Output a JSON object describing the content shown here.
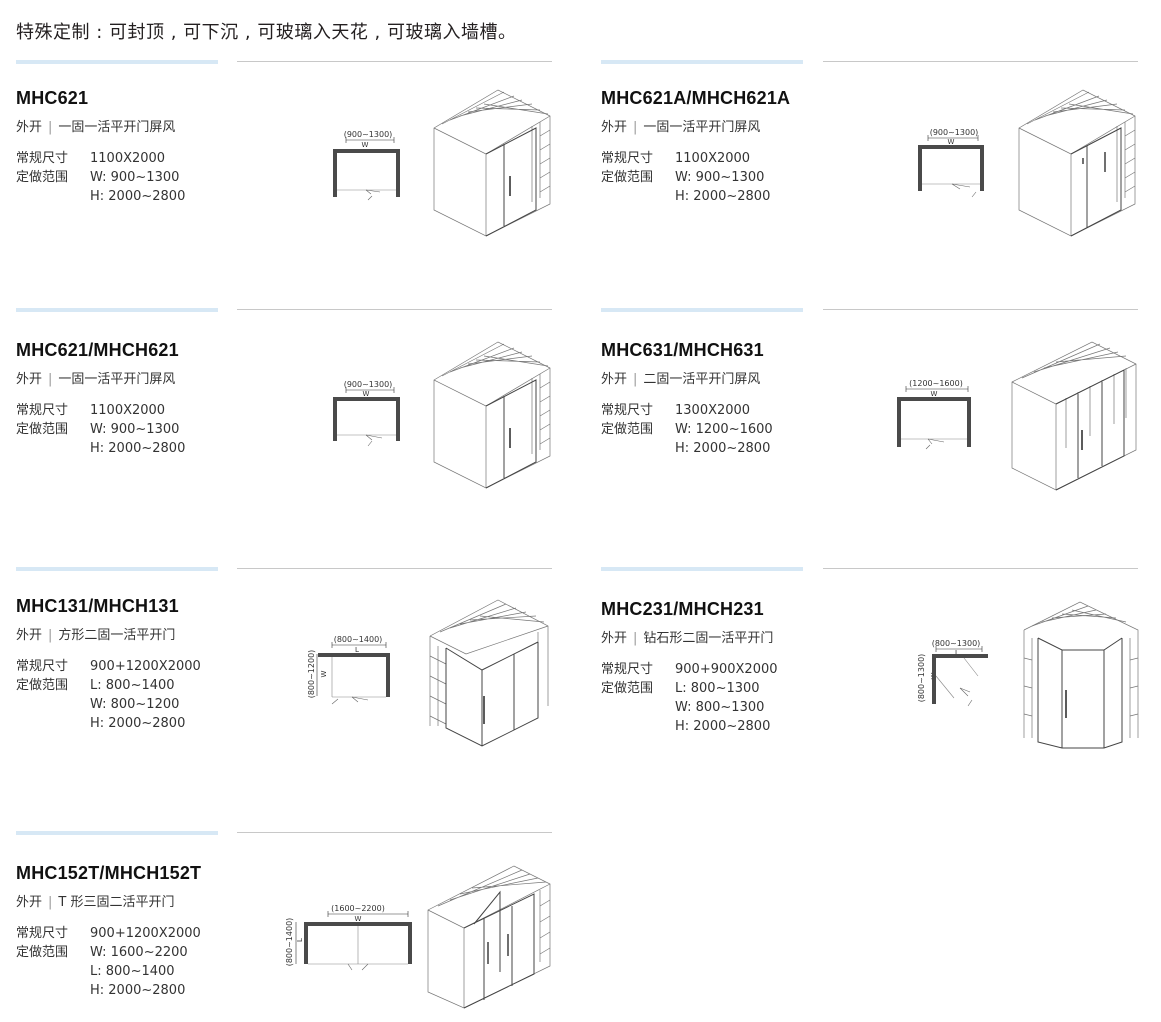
{
  "heading": "特殊定制 : 可封顶 , 可下沉 , 可玻璃入天花 , 可玻璃入墙槽。",
  "products": [
    {
      "model": "MHC621",
      "opening": "外开",
      "description": "一固一活平开门屏风",
      "specs": [
        {
          "label": "常规尺寸",
          "value": "1100X2000"
        },
        {
          "label": "定做范围",
          "value": "W:  900~1300"
        },
        {
          "label": "",
          "value": "H:  2000~2800"
        }
      ],
      "plan_labels": {
        "top_range": "(900~1300)",
        "top_letter": "W"
      }
    },
    {
      "model": "MHC621A/MHCH621A",
      "opening": "外开",
      "description": "一固一活平开门屏风",
      "specs": [
        {
          "label": "常规尺寸",
          "value": "1100X2000"
        },
        {
          "label": "定做范围",
          "value": "W:  900~1300"
        },
        {
          "label": "",
          "value": "H:  2000~2800"
        }
      ],
      "plan_labels": {
        "top_range": "(900~1300)",
        "top_letter": "W"
      }
    },
    {
      "model": "MHC621/MHCH621",
      "opening": "外开",
      "description": "一固一活平开门屏风",
      "specs": [
        {
          "label": "常规尺寸",
          "value": "1100X2000"
        },
        {
          "label": "定做范围",
          "value": "W:  900~1300"
        },
        {
          "label": "",
          "value": "H:  2000~2800"
        }
      ],
      "plan_labels": {
        "top_range": "(900~1300)",
        "top_letter": "W"
      }
    },
    {
      "model": "MHC631/MHCH631",
      "opening": "外开",
      "description": "二固一活平开门屏风",
      "specs": [
        {
          "label": "常规尺寸",
          "value": "1300X2000"
        },
        {
          "label": "定做范围",
          "value": "W:  1200~1600"
        },
        {
          "label": "",
          "value": "H:  2000~2800"
        }
      ],
      "plan_labels": {
        "top_range": "(1200~1600)",
        "top_letter": "W"
      }
    },
    {
      "model": "MHC131/MHCH131",
      "opening": "外开",
      "description": "方形二固一活平开门",
      "specs": [
        {
          "label": "常规尺寸",
          "value": "900+1200X2000"
        },
        {
          "label": "定做范围",
          "value": "L:  800~1400"
        },
        {
          "label": "",
          "value": "W:  800~1200"
        },
        {
          "label": "",
          "value": "H:  2000~2800"
        }
      ],
      "plan_labels": {
        "top_range": "(800~1400)",
        "top_letter": "L",
        "side_range": "(800~1200)",
        "side_letter": "W"
      }
    },
    {
      "model": "MHC231/MHCH231",
      "opening": "外开",
      "description": "钻石形二固一活平开门",
      "specs": [
        {
          "label": "常规尺寸",
          "value": "900+900X2000"
        },
        {
          "label": "定做范围",
          "value": "L:  800~1300"
        },
        {
          "label": "",
          "value": "W:  800~1300"
        },
        {
          "label": "",
          "value": "H:  2000~2800"
        }
      ],
      "plan_labels": {
        "top_range": "(800~1300)",
        "top_letter": "L",
        "side_range": "(800~1300)",
        "side_letter": "W"
      }
    },
    {
      "model": "MHC152T/MHCH152T",
      "opening": "外开",
      "description": "T 形三固二活平开门",
      "specs": [
        {
          "label": "常规尺寸",
          "value": "900+1200X2000"
        },
        {
          "label": "定做范围",
          "value": "W:  1600~2200"
        },
        {
          "label": "",
          "value": "L:  800~1400"
        },
        {
          "label": "",
          "value": "H:  2000~2800"
        }
      ],
      "plan_labels": {
        "top_range": "(1600~2200)",
        "top_letter": "W",
        "side_range": "(800~1400)",
        "side_letter": "L"
      }
    }
  ],
  "colors": {
    "accent_line": "#d7e8f5",
    "divider": "#c8c8c8",
    "plan_wall": "#4a4a4a",
    "text": "#231f20"
  }
}
